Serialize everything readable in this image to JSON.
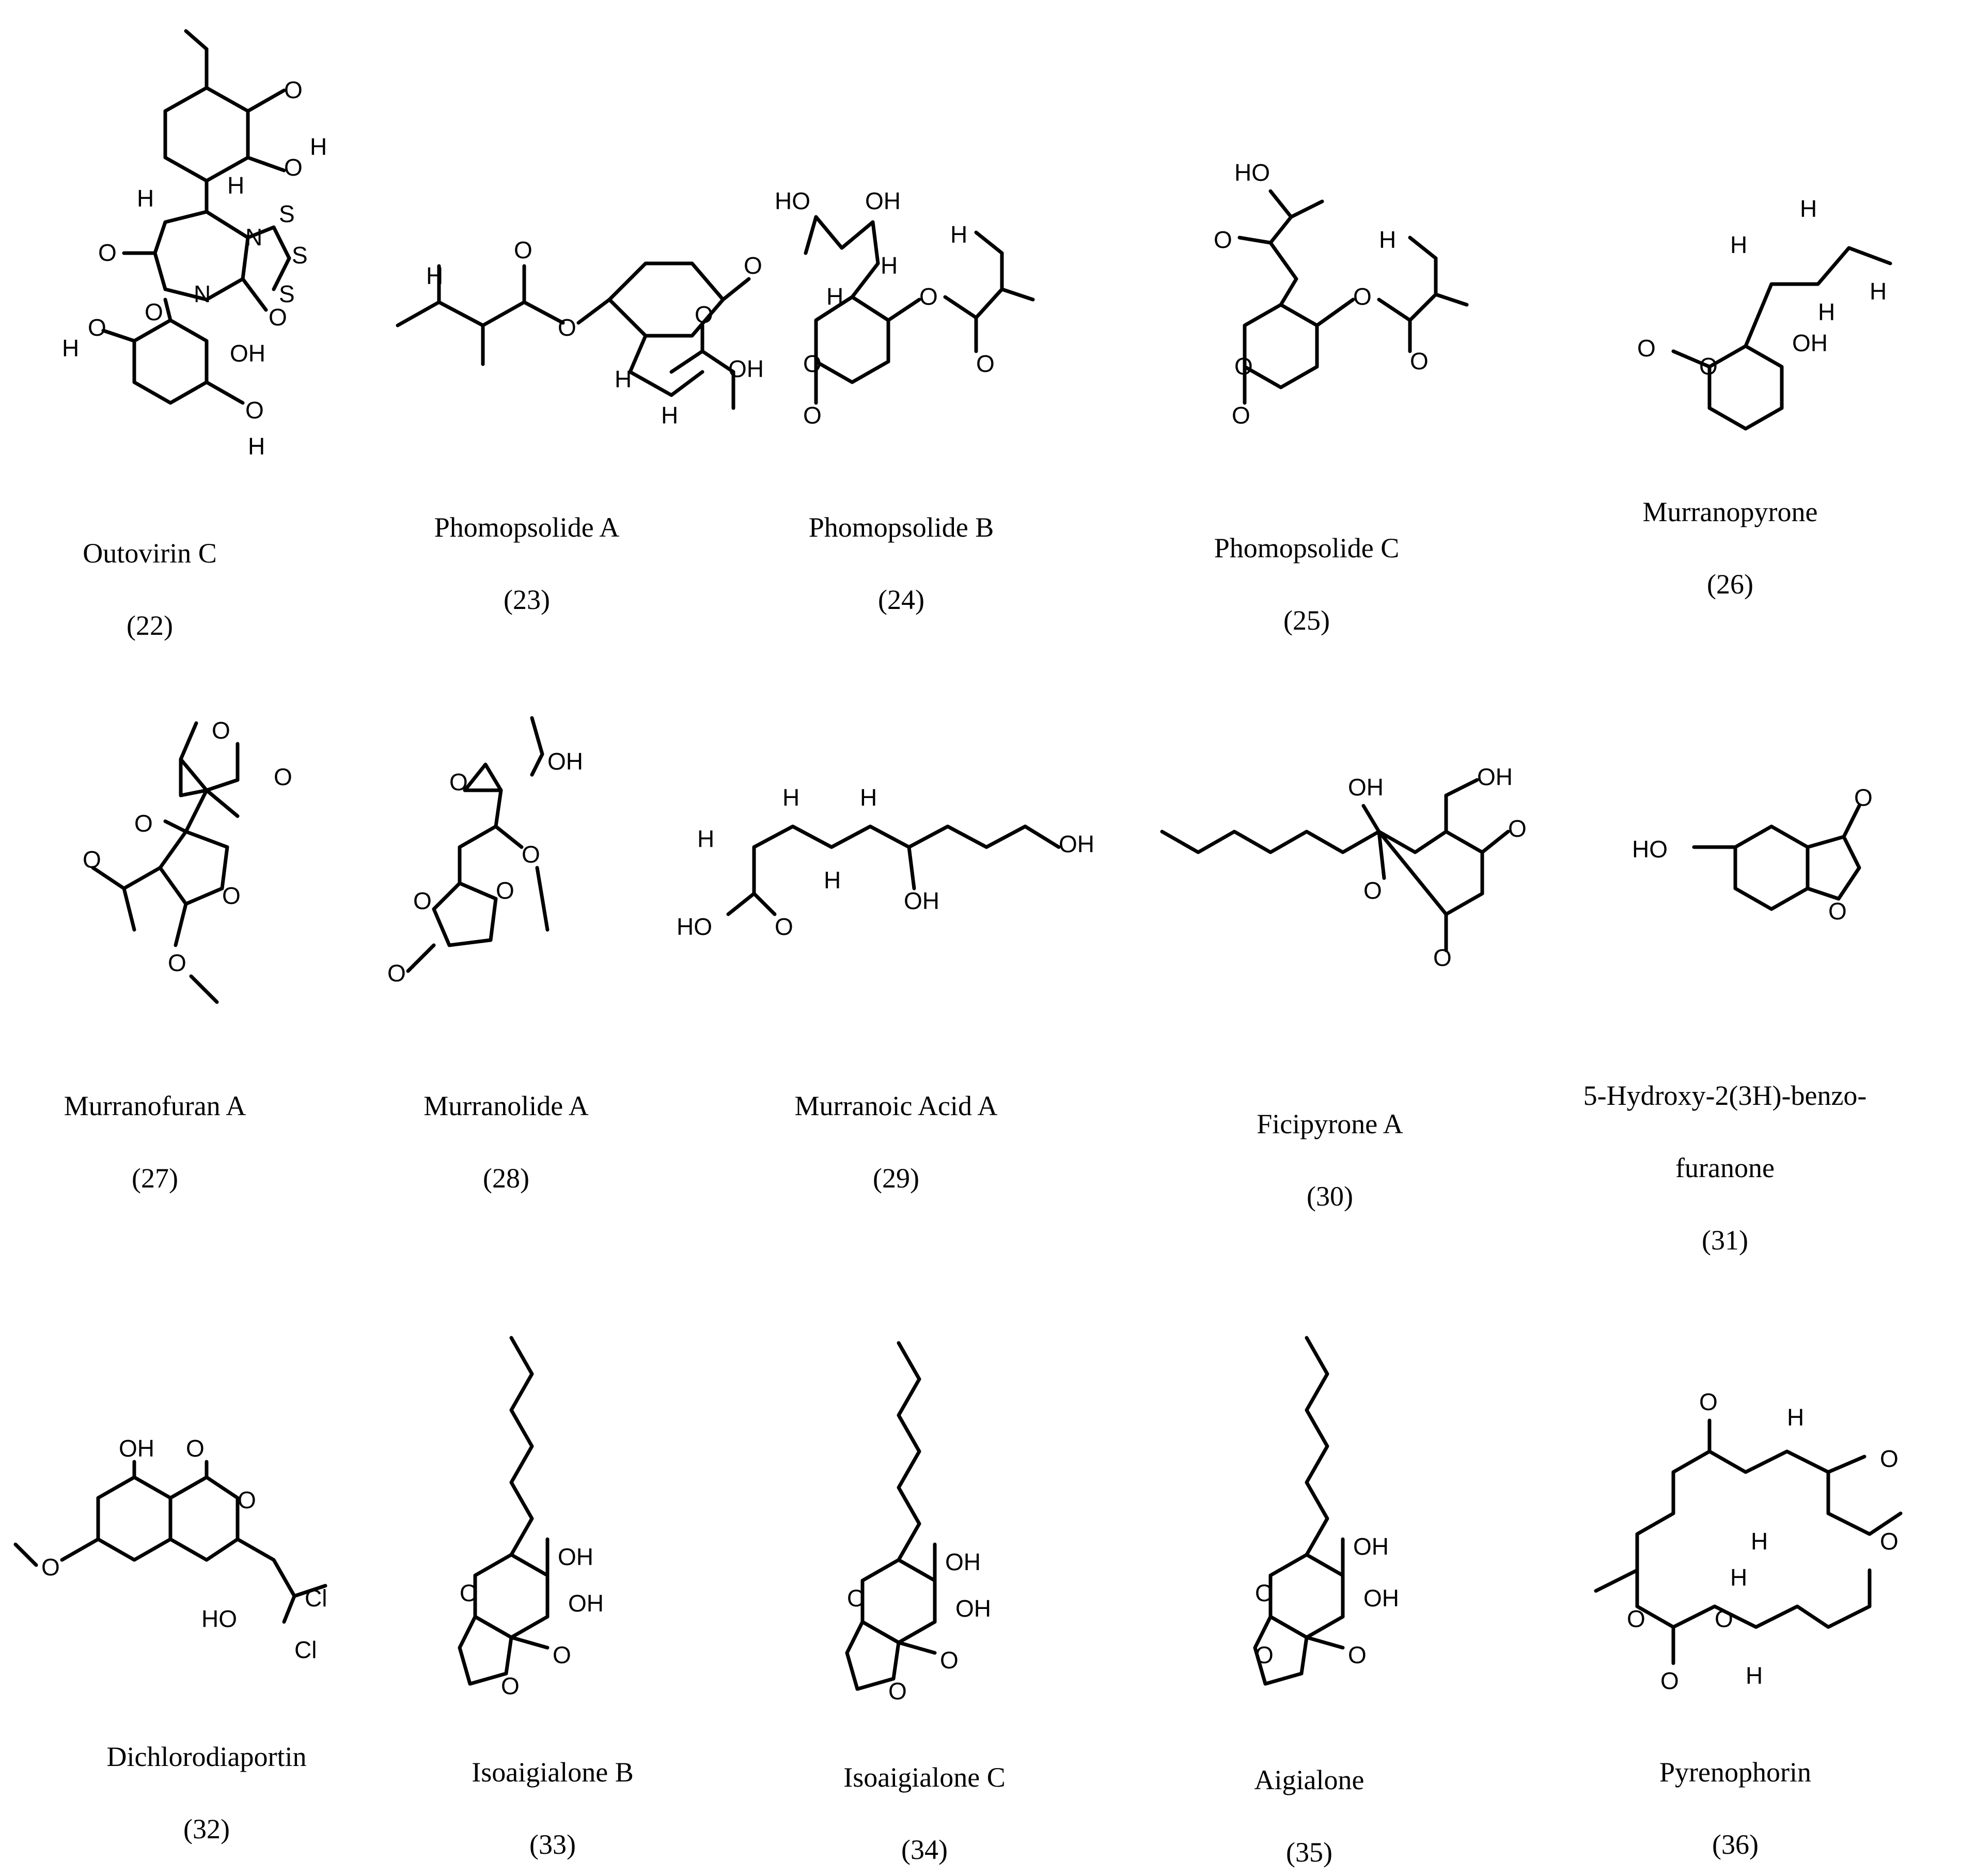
{
  "compounds": [
    {
      "name": "Outovirin C",
      "number": "(22)"
    },
    {
      "name": "Phomopsolide A",
      "number": "(23)"
    },
    {
      "name": "Phomopsolide B",
      "number": "(24)"
    },
    {
      "name": "Phomopsolide C",
      "number": "(25)"
    },
    {
      "name": "Murranopyrone",
      "number": "(26)"
    },
    {
      "name": "Murranofuran A",
      "number": "(27)"
    },
    {
      "name": "Murranolide A",
      "number": "(28)"
    },
    {
      "name": "Murranoic Acid A",
      "number": "(29)"
    },
    {
      "name": "Ficipyrone A",
      "number": "(30)"
    },
    {
      "name": "5-Hydroxy-2(3H)-benzo-",
      "name2": "furanone",
      "number": "(31)"
    },
    {
      "name": "Dichlorodiaportin",
      "number": "(32)"
    },
    {
      "name": "Isoaigialone B",
      "number": "(33)"
    },
    {
      "name": "Isoaigialone C",
      "number": "(34)"
    },
    {
      "name": "Aigialone",
      "number": "(35)"
    },
    {
      "name": "Pyrenophorin",
      "number": "(36)"
    }
  ],
  "atoms": {
    "O": "O",
    "OH": "OH",
    "HO": "HO",
    "H": "H",
    "N": "N",
    "S": "S",
    "Cl": "Cl"
  }
}
